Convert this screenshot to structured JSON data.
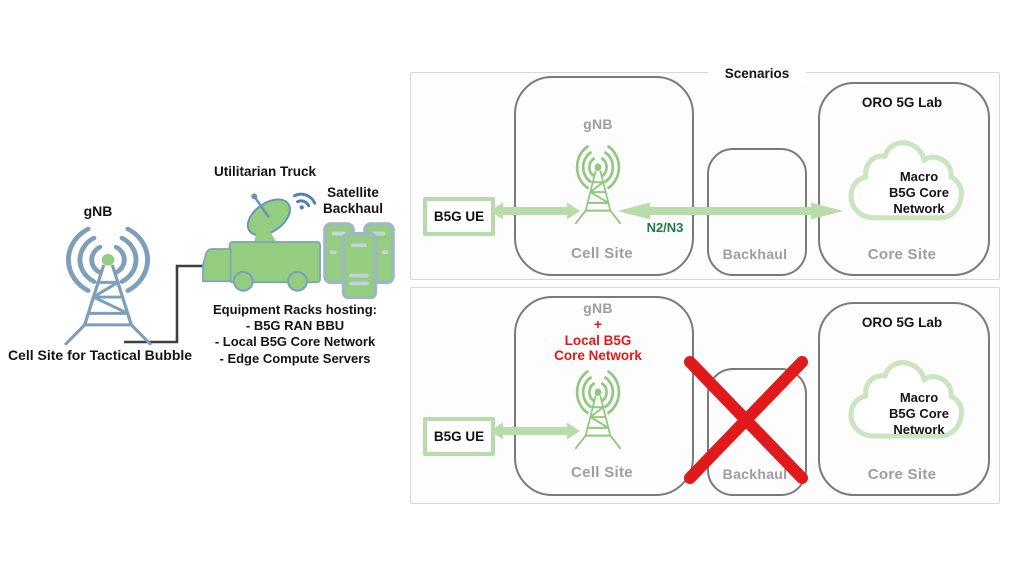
{
  "colors": {
    "steel_blue": "#7e9fba",
    "icon_green": "#92cd80",
    "arrow_green": "#b9dcab",
    "cloud_green": "#cbe5c0",
    "box_border_gray": "#7a7a7a",
    "caption_gray": "#9e9e9e",
    "alert_red": "#e01a1a",
    "interface_green": "#1e7b45"
  },
  "left_diagram": {
    "gnb_label": "gNB",
    "cell_site_caption": "Cell Site for Tactical Bubble",
    "truck_label": "Utilitarian Truck",
    "satellite_backhaul_lines": [
      "Satellite",
      "Backhaul"
    ],
    "equipment_title": "Equipment Racks hosting:",
    "equipment_items": [
      "- B5G RAN BBU",
      "- Local B5G Core Network",
      "- Edge Compute Servers"
    ]
  },
  "scenarios": {
    "title": "Scenarios",
    "top": {
      "ue_label": "B5G UE",
      "gnb_label": "gNB",
      "cell_site_caption": "Cell Site",
      "interface_label": "N2/N3",
      "backhaul_caption": "Backhaul",
      "core_title": "ORO 5G Lab",
      "cloud_lines": [
        "Macro",
        "B5G Core",
        "Network"
      ],
      "core_site_caption": "Core Site"
    },
    "bottom": {
      "ue_label": "B5G UE",
      "gnb_label": "gNB",
      "plus_sign": "+",
      "local_core_lines": [
        "Local B5G",
        "Core Network"
      ],
      "cell_site_caption": "Cell Site",
      "backhaul_caption": "Backhaul",
      "core_title": "ORO 5G Lab",
      "cloud_lines": [
        "Macro",
        "B5G Core",
        "Network"
      ],
      "core_site_caption": "Core Site"
    }
  }
}
